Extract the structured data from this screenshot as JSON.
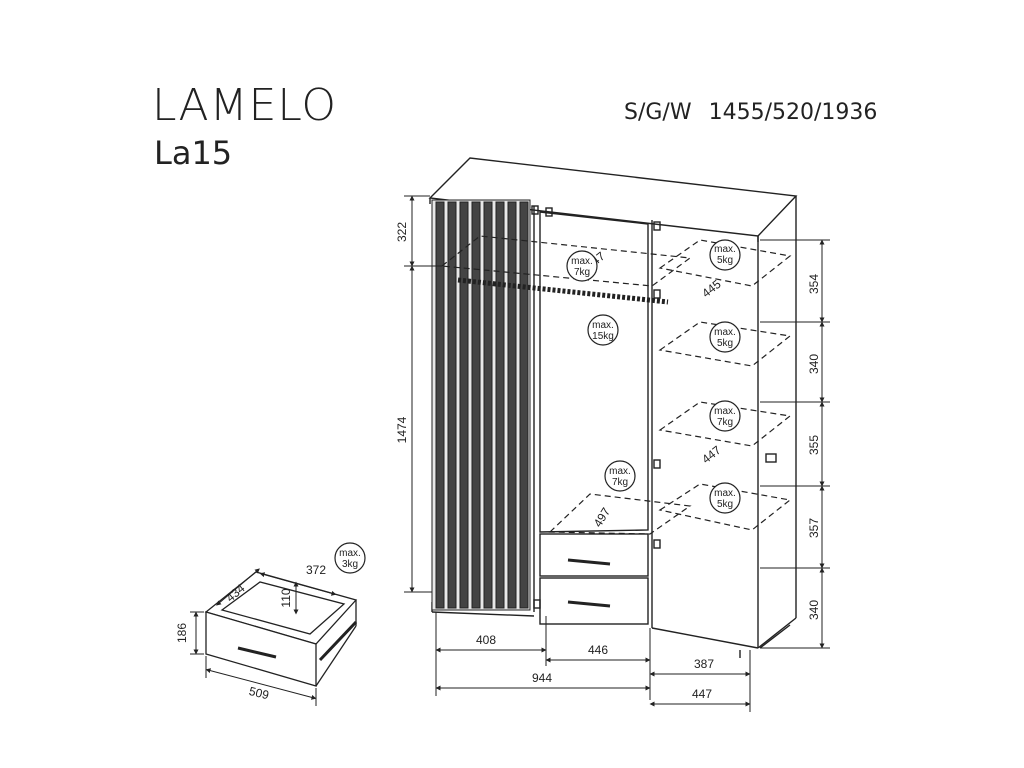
{
  "product": {
    "name": "LAMELO",
    "code": "La15",
    "dims_label": "S/G/W",
    "dims_value": "1455/520/1936"
  },
  "dimensions": {
    "top_height": "322",
    "main_height": "1474",
    "shelf_1": "354",
    "shelf_2": "340",
    "shelf_3": "355",
    "shelf_4": "357",
    "shelf_5": "340",
    "width_left": "408",
    "width_middle": "446",
    "width_right": "387",
    "width_total": "944",
    "depth": "447",
    "hang_rail": "447",
    "shelf_depth_top_right": "445",
    "shelf_depth_mid_right": "447",
    "middle_shelf_depth": "497",
    "drawer_depth": "434",
    "drawer_inner_width": "372",
    "drawer_inner_height": "110",
    "drawer_height": "186",
    "drawer_width": "509"
  },
  "loads": {
    "max_label": "max.",
    "rail": "7kg",
    "rail_center": "15kg",
    "right_top": "5kg",
    "right_2": "5kg",
    "right_3": "7kg",
    "right_4": "5kg",
    "middle_shelf": "7kg",
    "drawer": "3kg"
  }
}
